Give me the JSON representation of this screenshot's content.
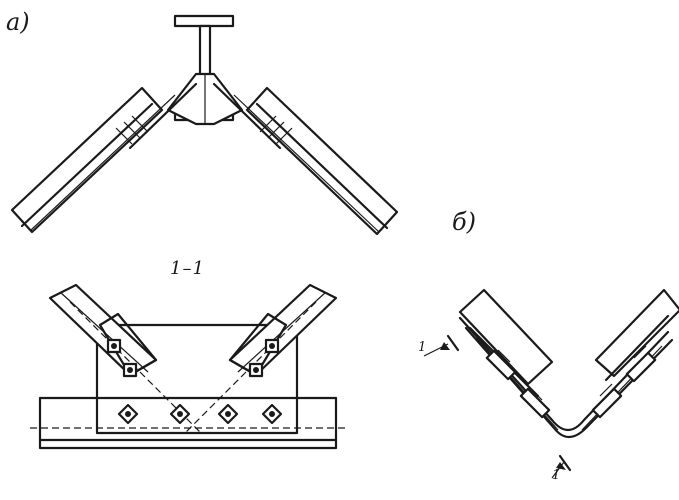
{
  "labels": {
    "view_a": "а)",
    "view_b": "б)",
    "section": "1–1",
    "cut_top": "1",
    "cut_bottom": "1"
  },
  "colors": {
    "ink": "#1a1a1a",
    "background": "#ffffff"
  }
}
